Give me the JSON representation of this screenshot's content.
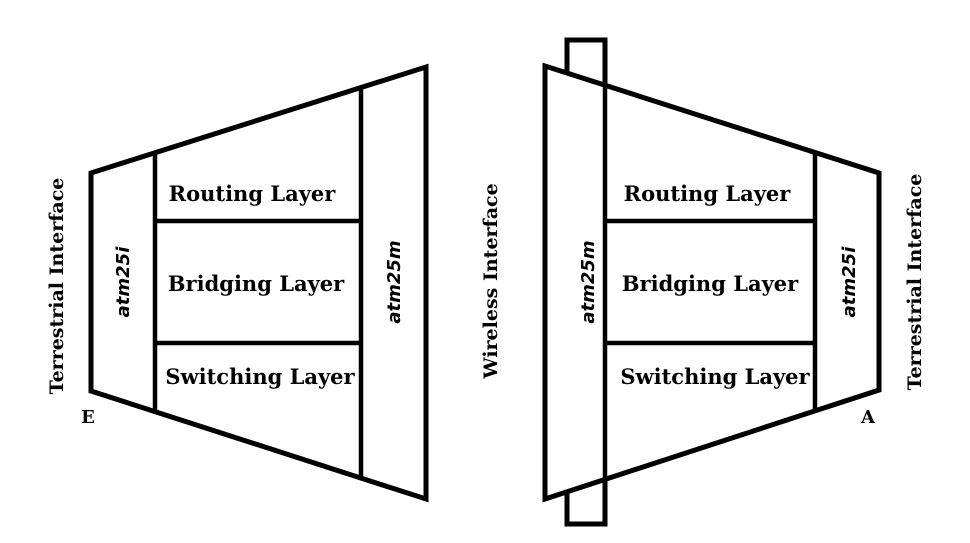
{
  "left_unit": {
    "interface_label": "Terrestrial Interface",
    "corner_label": "E",
    "inner_module": "atm25i",
    "outer_module": "atm25m",
    "layers": [
      "Routing Layer",
      "Bridging Layer",
      "Switching Layer"
    ]
  },
  "center": {
    "interface_label": "Wireless Interface"
  },
  "right_unit": {
    "interface_label": "Terrestrial Interface",
    "corner_label": "A",
    "inner_module": "atm25i",
    "outer_module": "atm25m",
    "layers": [
      "Routing Layer",
      "Bridging Layer",
      "Switching Layer"
    ]
  }
}
